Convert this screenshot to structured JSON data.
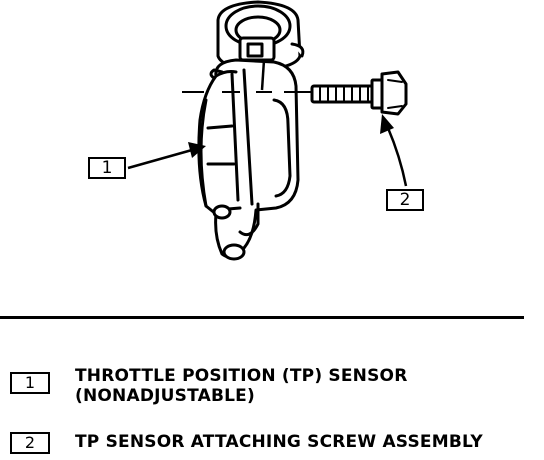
{
  "callouts": [
    {
      "number": "1"
    },
    {
      "number": "2"
    }
  ],
  "legend": [
    {
      "number": "1",
      "line1": "THROTTLE POSITION (TP) SENSOR",
      "line2": "(NONADJUSTABLE)"
    },
    {
      "number": "2",
      "line1": "TP SENSOR ATTACHING SCREW ASSEMBLY"
    }
  ],
  "colors": {
    "ink": "#000000",
    "paper": "#ffffff"
  }
}
